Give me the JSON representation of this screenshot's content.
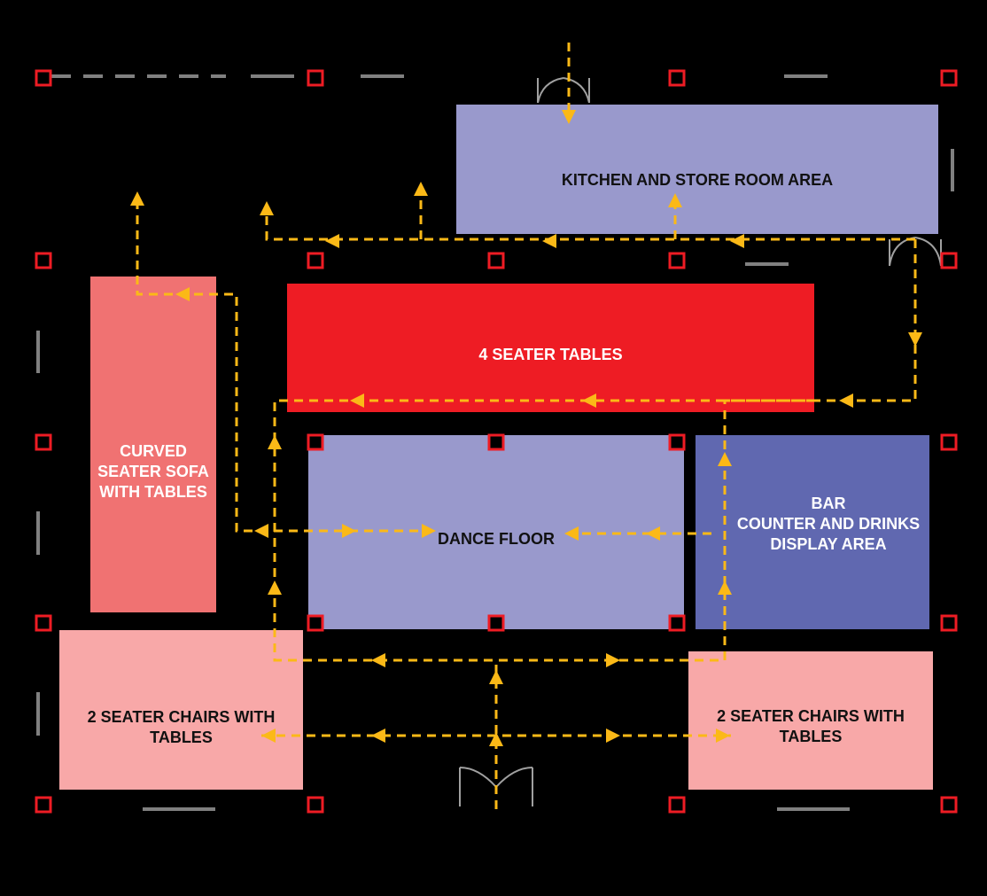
{
  "colors": {
    "background": "#000000",
    "flow": "#fbb917",
    "column": "#ee1c24",
    "wall": "#808080",
    "door": "#a0a0a0"
  },
  "zones": {
    "kitchen": {
      "label": "KITCHEN AND STORE ROOM AREA",
      "color": "#9999cc"
    },
    "four_seater": {
      "label": "4 SEATER TABLES",
      "color": "#ee1c24"
    },
    "sofa": {
      "label": "CURVED\nSEATER SOFA\nWITH  TABLES",
      "color": "#f07272"
    },
    "dance_floor": {
      "label": "DANCE FLOOR",
      "color": "#9999cc"
    },
    "bar": {
      "label": "BAR\nCOUNTER AND DRINKS\nDISPLAY AREA",
      "color": "#6068b0"
    },
    "two_seater_left": {
      "label": "2 SEATER CHAIRS WITH\nTABLES",
      "color": "#f8a8a8"
    },
    "two_seater_right": {
      "label": "2 SEATER CHAIRS WITH\nTABLES",
      "color": "#f8a8a8"
    }
  }
}
